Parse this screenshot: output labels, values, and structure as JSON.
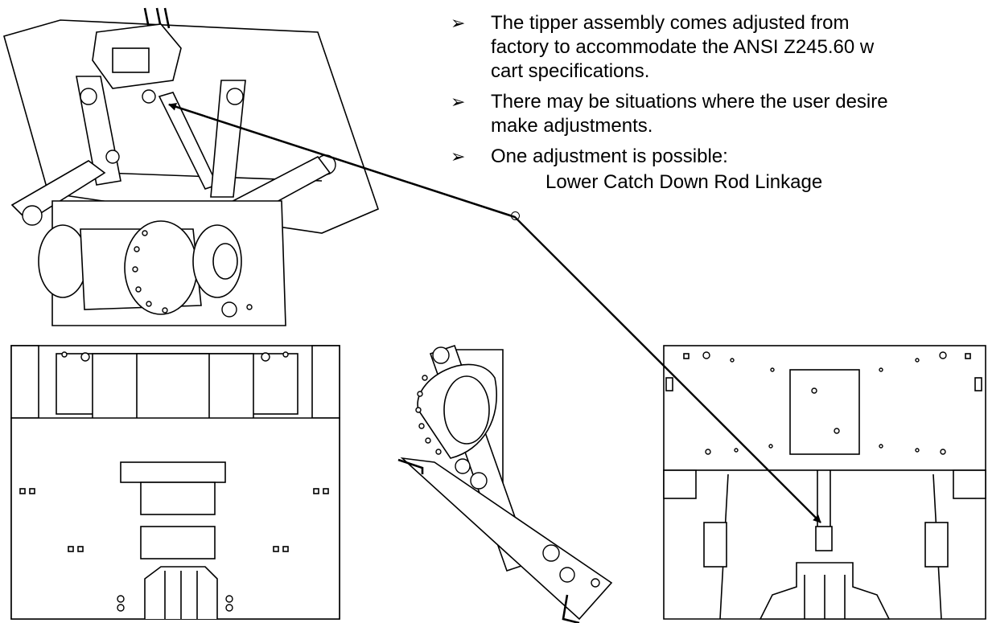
{
  "bullets": [
    {
      "lines": [
        "The tipper assembly comes adjusted from",
        "factory to accommodate the ANSI Z245.60 w",
        "cart specifications."
      ]
    },
    {
      "lines": [
        "There may be situations where the user desire",
        "make adjustments."
      ]
    },
    {
      "lines": [
        "One adjustment is possible:"
      ]
    }
  ],
  "sub_bullet": "Lower Catch Down Rod Linkage",
  "icons": {
    "bullet": "arrow-bullet-icon",
    "sub_bullet": "circle-bullet-icon"
  },
  "colors": {
    "line": "#000000",
    "background": "#ffffff"
  }
}
